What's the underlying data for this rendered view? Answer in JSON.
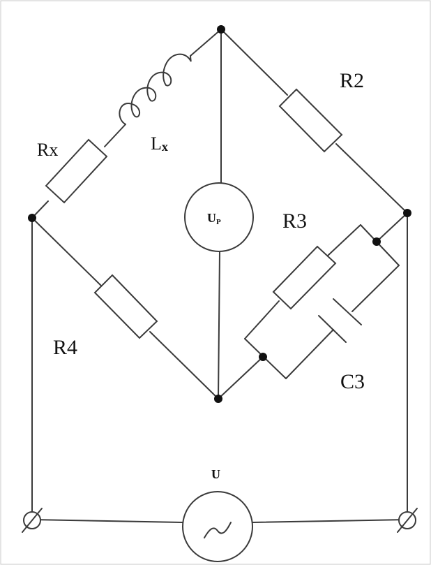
{
  "labels": {
    "rx": "Rx",
    "lx_main": "L",
    "lx_sub": "x",
    "r2": "R2",
    "r3": "R3",
    "r4": "R4",
    "c3": "C3",
    "up_main": "U",
    "up_sub": "P",
    "u": "U"
  },
  "colors": {
    "wire": "#3a3a3a",
    "node": "#111111",
    "background": "#ffffff"
  },
  "icons": {
    "source": "ac-source-icon",
    "meter": "voltmeter-icon",
    "terminal": "terminal-icon"
  }
}
